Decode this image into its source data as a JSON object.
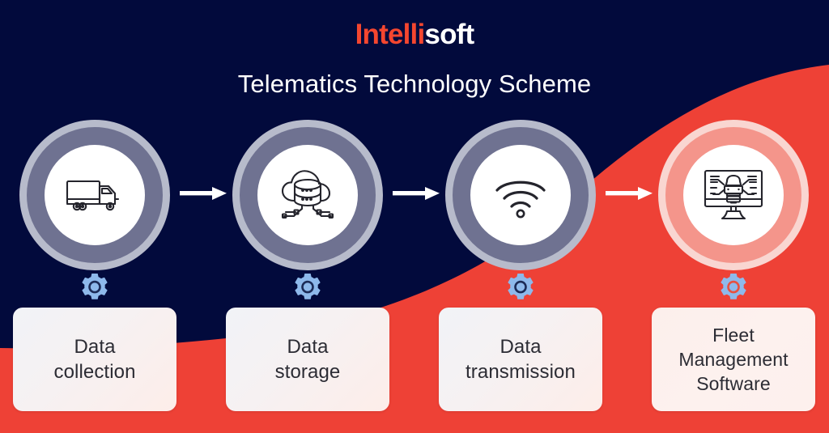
{
  "brand": {
    "logo_part_one": "Intelli",
    "logo_part_two": "soft",
    "logo_color_primary": "#F4462F",
    "logo_color_secondary": "#FFFFFF"
  },
  "title": "Telematics Technology Scheme",
  "theme": {
    "background_navy": "#020A3C",
    "accent_red": "#EE4136",
    "ring_outer": "#B7BBCB",
    "ring_mid": "#6F7291",
    "ring_outer_accent": "#F9D6D1",
    "ring_mid_accent": "#F4958B",
    "gear_blue": "#8EB9EB",
    "card_text": "#2C2C34",
    "arrow_color": "#FFFFFF"
  },
  "steps": [
    {
      "index": 1,
      "icon": "truck-icon",
      "gear": "gear-icon",
      "label": "Data\ncollection",
      "accent": false
    },
    {
      "index": 2,
      "icon": "cloud-database-icon",
      "gear": "gear-icon",
      "label": "Data\nstorage",
      "accent": false
    },
    {
      "index": 3,
      "icon": "wifi-signal-icon",
      "gear": "gear-icon",
      "label": "Data\ntransmission",
      "accent": false
    },
    {
      "index": 4,
      "icon": "monitor-vehicle-icon",
      "gear": "gear-icon",
      "label": "Fleet\nManagement\nSoftware",
      "accent": true
    }
  ],
  "arrows": [
    {
      "name": "arrow-1-2",
      "glyph": "right-arrow-icon"
    },
    {
      "name": "arrow-2-3",
      "glyph": "right-arrow-icon"
    },
    {
      "name": "arrow-3-4",
      "glyph": "right-arrow-icon"
    }
  ]
}
